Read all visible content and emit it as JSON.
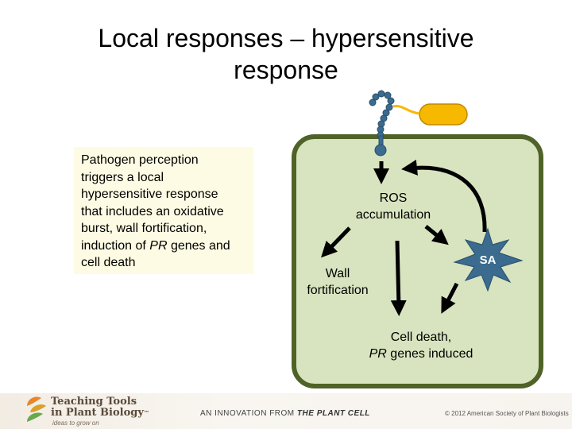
{
  "slide": {
    "title_line1": "Local responses – hypersensitive",
    "title_line2": "response"
  },
  "textbox": {
    "line1": "Pathogen perception",
    "line2": "triggers a local",
    "line3": "hypersensitive response",
    "line4": "that includes an oxidative",
    "line5": "burst, wall fortification,",
    "line6_pre": "induction of ",
    "line6_em": "PR",
    "line6_post": " genes and",
    "line7": "cell death"
  },
  "diagram": {
    "ros_line1": "ROS",
    "ros_line2": "accumulation",
    "wall_line1": "Wall",
    "wall_line2": "fortification",
    "death_line1": "Cell death,",
    "death_em": "PR",
    "death_post": " genes induced",
    "sa_label": "SA",
    "colors": {
      "cell_fill": "#d8e4bf",
      "cell_border": "#4f6228",
      "pathogen": "#f7b800",
      "receptor": "#3b6b8f",
      "sa_star": "#3b6b8f"
    }
  },
  "footer": {
    "brand_line1": "Teaching Tools",
    "brand_line2": "in Plant Biology",
    "brand_tm": "™",
    "tagline": "ideas to grow on",
    "innovation_pre": "AN INNOVATION FROM ",
    "innovation_bold": "THE PLANT CELL",
    "copyright": "© 2012 American Society of Plant Biologists"
  }
}
